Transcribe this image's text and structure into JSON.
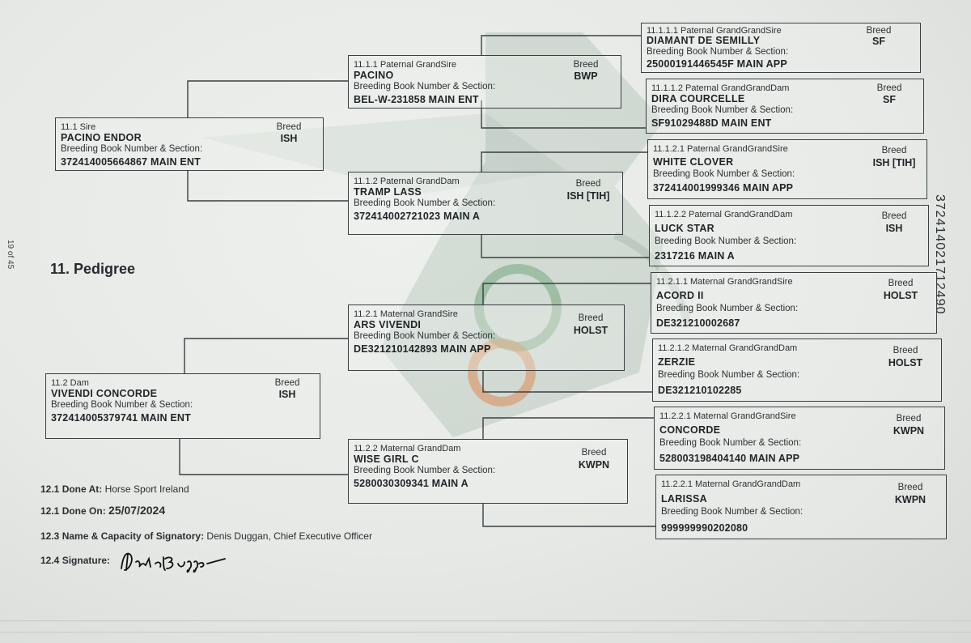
{
  "page_count": "19 of 45",
  "section_title": "11. Pedigree",
  "serial_number": "372414021712490",
  "breed_label": "Breed",
  "breeding_label": "Breeding Book Number & Section:",
  "sire": {
    "label": "11.1 Sire",
    "name": "PACINO ENDOR",
    "number": "372414005664867 MAIN ENT",
    "breed": "ISH"
  },
  "dam": {
    "label": "11.2 Dam",
    "name": "VIVENDI CONCORDE",
    "number": "372414005379741 MAIN ENT",
    "breed": "ISH"
  },
  "gp": [
    {
      "label": "11.1.1 Paternal GrandSire",
      "name": "PACINO",
      "number": "BEL-W-231858 MAIN ENT",
      "breed": "BWP"
    },
    {
      "label": "11.1.2 Paternal GrandDam",
      "name": "TRAMP LASS",
      "number": "372414002721023 MAIN A",
      "breed": "ISH [TIH]"
    },
    {
      "label": "11.2.1 Maternal GrandSire",
      "name": "ARS VIVENDI",
      "number": "DE321210142893 MAIN APP",
      "breed": "HOLST"
    },
    {
      "label": "11.2.2 Maternal GrandDam",
      "name": "WISE GIRL C",
      "number": "5280030309341 MAIN A",
      "breed": "KWPN"
    }
  ],
  "ggp": [
    {
      "label": "11.1.1.1 Paternal GrandGrandSire",
      "name": "DIAMANT DE SEMILLY",
      "number": "25000191446545F MAIN APP",
      "breed": "SF"
    },
    {
      "label": "11.1.1.2 Paternal GrandGrandDam",
      "name": "DIRA COURCELLE",
      "number": "SF91029488D MAIN ENT",
      "breed": "SF"
    },
    {
      "label": "11.1.2.1 Paternal GrandGrandSire",
      "name": "WHITE CLOVER",
      "number": "372414001999346 MAIN APP",
      "breed": "ISH [TIH]"
    },
    {
      "label": "11.1.2.2 Paternal GrandGrandDam",
      "name": "LUCK STAR",
      "number": "2317216 MAIN A",
      "breed": "ISH"
    },
    {
      "label": "11.2.1.1 Maternal GrandGrandSire",
      "name": "ACORD II",
      "number": "DE321210002687",
      "breed": "HOLST"
    },
    {
      "label": "11.2.1.2 Maternal GrandGrandDam",
      "name": "ZERZIE",
      "number": "DE321210102285",
      "breed": "HOLST"
    },
    {
      "label": "11.2.2.1 Maternal GrandGrandSire",
      "name": "CONCORDE",
      "number": "528003198404140 MAIN APP",
      "breed": "KWPN"
    },
    {
      "label": "11.2.2.1 Maternal GrandGrandDam",
      "name": "LARISSA",
      "number": "999999990202080",
      "breed": "KWPN"
    }
  ],
  "footer": {
    "done_at_label": "12.1 Done At:",
    "done_at": "Horse Sport Ireland",
    "done_on_label": "12.1 Done On:",
    "done_on": "25/07/2024",
    "signatory_label": "12.3 Name & Capacity of Signatory:",
    "signatory": "Denis Duggan, Chief Executive Officer",
    "signature_label": "12.4 Signature:"
  },
  "colors": {
    "watermark_green": "#2f5d3a",
    "watermark_orange": "#e07a3a",
    "ink": "#1f2426"
  }
}
